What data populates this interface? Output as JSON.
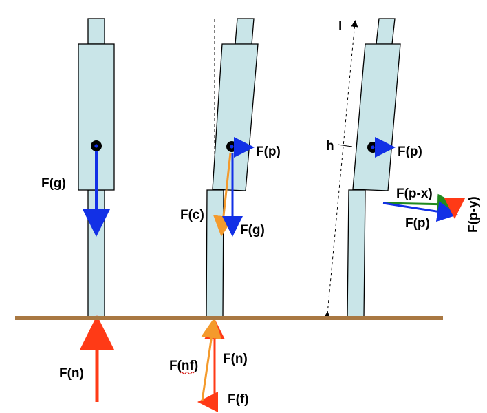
{
  "colors": {
    "ground": "#a97842",
    "body_fill": "#c9e5e8",
    "gravity_arrow": "#1230e6",
    "normal_arrow": "#ff3a16",
    "combined_arrow": "#f49a2c",
    "x_component_arrow": "#1f8a1f",
    "pivot": "#000000"
  },
  "figures": [
    {
      "name": "upright",
      "labels": {
        "gravity": "F(g)",
        "normal": "F(n)"
      }
    },
    {
      "name": "tilted",
      "labels": {
        "push": "F(p)",
        "combined": "F(c)",
        "gravity": "F(g)",
        "normal_friction": "F(nf)",
        "normal": "F(n)",
        "friction": "F(f)"
      }
    },
    {
      "name": "tilted-decomposed",
      "labels": {
        "length": "l",
        "height": "h",
        "push": "F(p)",
        "push_x": "F(p-x)",
        "push_again": "F(p)",
        "push_y": "F(p-y)"
      }
    }
  ]
}
